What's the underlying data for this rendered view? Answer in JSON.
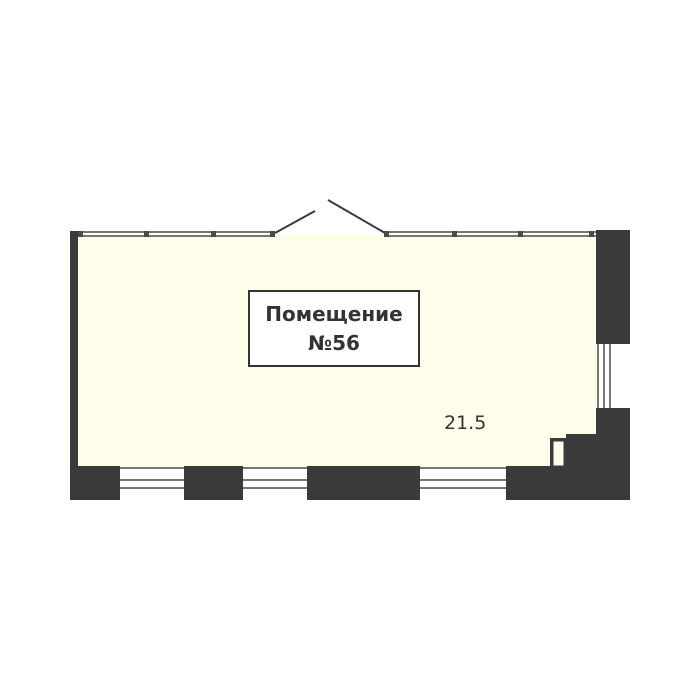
{
  "room": {
    "title_line1": "Помещение",
    "title_line2": "№56",
    "area": "21.5"
  },
  "colors": {
    "floor": "#fdfde9",
    "wall": "#3a3a3a",
    "line": "#4a4a4a",
    "glass": "#ffffff"
  }
}
